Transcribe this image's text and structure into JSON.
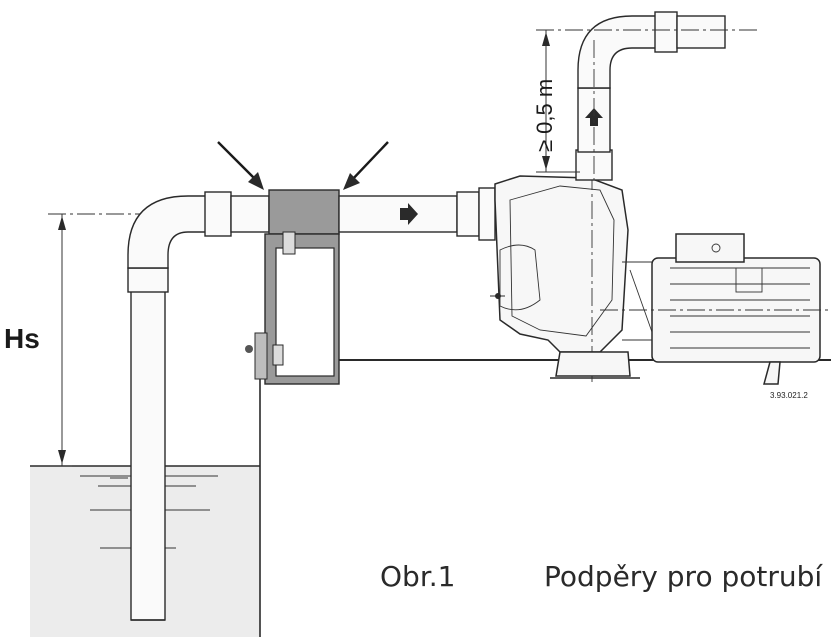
{
  "labels": {
    "hs": "Hs",
    "min_height": "≥ 0,5 m",
    "drawing_number": "3.93.021.2"
  },
  "caption": {
    "figure": "Obr.1",
    "text": "Podpěry pro potrubí"
  },
  "colors": {
    "water": "#ececec",
    "support": "#9a9a9a",
    "line": "#2a2a2a"
  },
  "icons": [
    "arrow-icon",
    "flow-arrow-icon",
    "dimension-arrow-icon"
  ]
}
